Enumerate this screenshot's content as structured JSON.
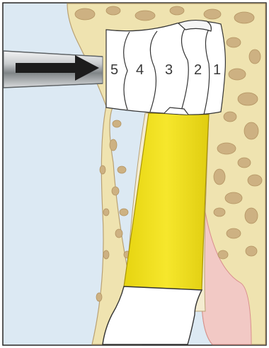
{
  "diagram": {
    "layer_labels": [
      "5",
      "4",
      "3",
      "2",
      "1"
    ],
    "colors": {
      "background": "#dce9f3",
      "bone": "#efe3b0",
      "bone_pores": "#c9ab7c",
      "graft_layers": "#ffffff",
      "implant": "#f3e21a",
      "instrument": "#9aa0a3",
      "arrow": "#1c1c1c",
      "gingiva": "#e7a5a4"
    },
    "icons": [
      "arrow-icon",
      "instrument-icon"
    ]
  }
}
